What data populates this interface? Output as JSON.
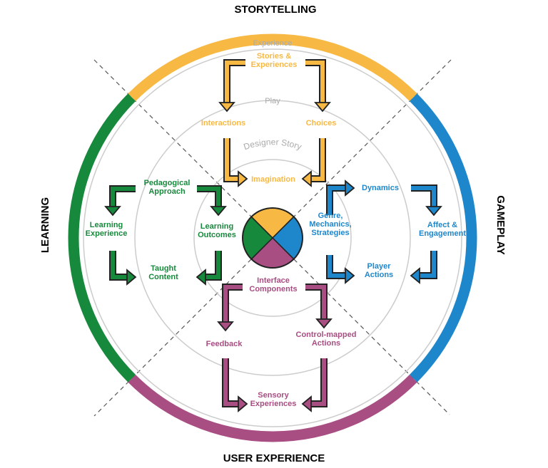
{
  "titles": {
    "top": "STORYTELLING",
    "bottom": "USER EXPERIENCE",
    "left": "LEARNING",
    "right": "GAMEPLAY"
  },
  "rings": {
    "outer": "Experience",
    "middle": "Play",
    "inner": "Designer Story"
  },
  "colors": {
    "storytelling": "#f7b944",
    "gameplay": "#1e87cc",
    "learning": "#17893c",
    "user_experience": "#a84e82",
    "ring_line": "#cccccc",
    "dash_line": "#555555"
  },
  "storytelling": {
    "stories": [
      "Stories &",
      "Experiences"
    ],
    "interactions": [
      "Interactions"
    ],
    "choices": [
      "Choices"
    ],
    "imagination": [
      "Imagination"
    ]
  },
  "gameplay": {
    "dynamics": [
      "Dynamics"
    ],
    "genre": [
      "Genre,",
      "Mechanics,",
      "Strategies"
    ],
    "affect": [
      "Affect &",
      "Engagement"
    ],
    "player_actions": [
      "Player",
      "Actions"
    ]
  },
  "learning": {
    "pedagogical": [
      "Pedagogical",
      "Approach"
    ],
    "learning_experience": [
      "Learning",
      "Experience"
    ],
    "learning_outcomes": [
      "Learning",
      "Outcomes"
    ],
    "taught_content": [
      "Taught",
      "Content"
    ]
  },
  "user_experience": {
    "interface": [
      "Interface",
      "Components"
    ],
    "feedback": [
      "Feedback"
    ],
    "control": [
      "Control-mapped",
      "Actions"
    ],
    "sensory": [
      "Sensory",
      "Experiences"
    ]
  }
}
